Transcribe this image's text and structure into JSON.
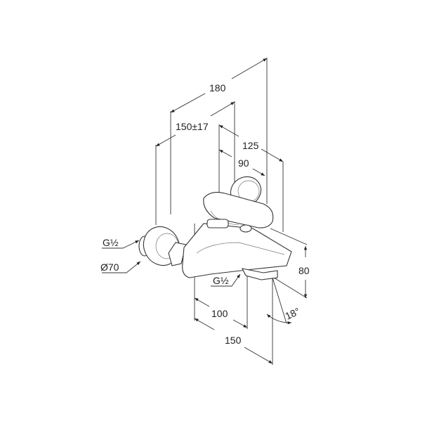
{
  "drawing": {
    "dimensions": {
      "overall_depth": "180",
      "wall_spacing": "150±17",
      "handle_depth": "125",
      "handle_inner": "90",
      "height": "80",
      "spout_width": "100",
      "overall_width": "150",
      "spout_angle": "18°"
    },
    "labels": {
      "inlet_thread": "G½",
      "rosette_diameter": "Ø70",
      "outlet_thread": "G½"
    }
  }
}
